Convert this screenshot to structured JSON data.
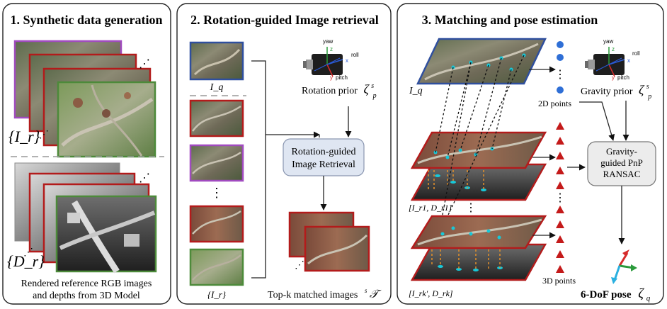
{
  "panels": {
    "synthetic": {
      "title": "1. Synthetic data generation",
      "rgb_set": "{I_r}",
      "depth_set": "{D_r}",
      "caption_line1": "Rendered reference RGB images",
      "caption_line2": "and depths from 3D Model",
      "ellipsis": "⋰"
    },
    "retrieval": {
      "title": "2. Rotation-guided  Image retrieval",
      "query_label": "I_q",
      "ref_set": "{I_r}",
      "rotation_prior": "Rotation prior",
      "prior_symbol": "ζ",
      "prior_sup": "s",
      "prior_sub": "p",
      "module_line1": "Rotation-guided",
      "module_line2": "Image Retrieval",
      "topk": "Top-k matched images",
      "topk_symbol": "𝒯",
      "topk_sup": "s",
      "vdots": "⋮",
      "ellipsis": "⋰"
    },
    "matching": {
      "title": "3. Matching and pose estimation",
      "query_label": "I_q",
      "points_2d": "2D points",
      "points_3d": "3D points",
      "gravity_prior": "Gravity prior",
      "prior_symbol": "ζ",
      "prior_sup": "s",
      "prior_sub": "p",
      "pnp_line1": "Gravity-",
      "pnp_line2": "guided PnP",
      "pnp_line3": "RANSAC",
      "ref1_label": "[I_r1, D_r1]",
      "refk_label": "[I_rk', D_rk]",
      "pose_label": "6-DoF pose",
      "pose_symbol": "ζ",
      "pose_sub": "q",
      "vdots": "⋮"
    },
    "imu": {
      "yaw": "yaw",
      "roll": "roll",
      "pitch": "pitch",
      "z": "z",
      "x": "x",
      "y": "y"
    }
  },
  "colors": {
    "purple": "#a14bc0",
    "red": "#b31b1b",
    "green": "#4d8a3a",
    "blue": "#2f4f9e",
    "dot_blue": "#2f6fd6",
    "triangle_red": "#c41a1a",
    "cyan": "#18c8d8",
    "orange": "#e3902a",
    "module_fill": "#dfe6f2",
    "pnp_fill": "#ececec"
  }
}
